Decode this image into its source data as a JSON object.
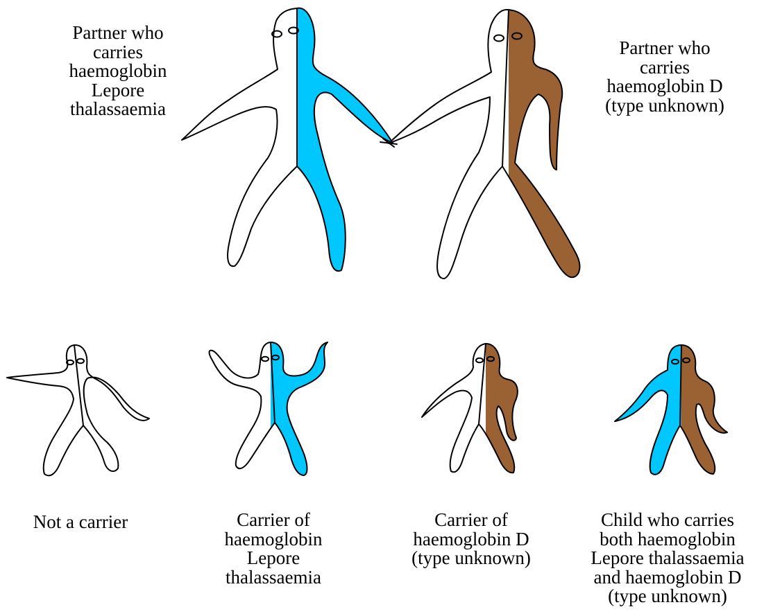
{
  "colors": {
    "lepore": "#00c8ff",
    "hbd": "#9a6232",
    "non_carrier": "#ffffff",
    "outline": "#000000"
  },
  "parents": [
    {
      "lines": [
        "Partner who",
        "carries",
        "haemoglobin",
        "Lepore",
        "thalassaemia"
      ],
      "half_left": "non_carrier",
      "half_right": "lepore"
    },
    {
      "lines": [
        "Partner who",
        "carries",
        "haemoglobin D",
        "(type unknown)"
      ],
      "half_left": "non_carrier",
      "half_right": "hbd"
    }
  ],
  "children": [
    {
      "lines": [
        "Not a carrier"
      ],
      "half_left": "non_carrier",
      "half_right": "non_carrier"
    },
    {
      "lines": [
        "Carrier of",
        "haemoglobin",
        "Lepore",
        "thalassaemia"
      ],
      "half_left": "non_carrier",
      "half_right": "lepore"
    },
    {
      "lines": [
        "Carrier of",
        "haemoglobin D",
        "(type unknown)"
      ],
      "half_left": "non_carrier",
      "half_right": "hbd"
    },
    {
      "lines": [
        "Child who carries",
        "both haemoglobin",
        "Lepore thalassaemia",
        "and haemoglobin D",
        "(type unknown)"
      ],
      "half_left": "lepore",
      "half_right": "hbd"
    }
  ]
}
